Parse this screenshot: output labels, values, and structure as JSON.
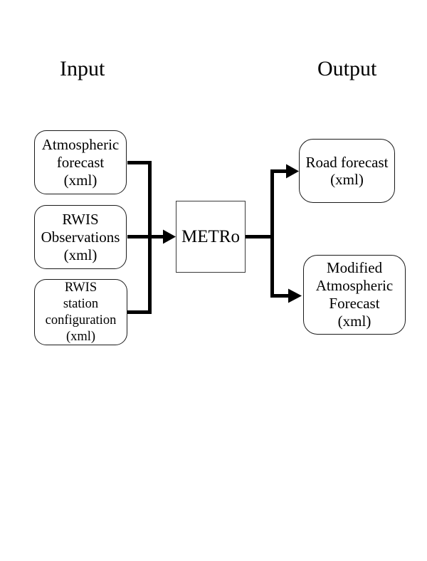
{
  "headers": {
    "input_label": "Input",
    "output_label": "Output"
  },
  "process_box": {
    "label": "METRo"
  },
  "input_boxes": [
    {
      "id": "atmospheric-forecast",
      "lines": [
        "Atmospheric",
        "forecast",
        "(xml)"
      ]
    },
    {
      "id": "rwis-observations",
      "lines": [
        "RWIS",
        "Observations",
        "(xml)"
      ]
    },
    {
      "id": "rwis-station-configuration",
      "lines": [
        "RWIS",
        "station",
        "configuration",
        "(xml)"
      ]
    }
  ],
  "output_boxes": [
    {
      "id": "road-forecast",
      "lines": [
        "Road forecast",
        "(xml)"
      ]
    },
    {
      "id": "modified-atmospheric-forecast",
      "lines": [
        "Modified",
        "Atmospheric",
        "Forecast",
        "(xml)"
      ]
    }
  ],
  "connections": [
    {
      "from": "Atmospheric forecast (xml)",
      "to": "METRo"
    },
    {
      "from": "RWIS Observations (xml)",
      "to": "METRo"
    },
    {
      "from": "RWIS station configuration (xml)",
      "to": "METRo"
    },
    {
      "from": "METRo",
      "to": "Road forecast (xml)"
    },
    {
      "from": "METRo",
      "to": "Modified Atmospheric Forecast (xml)"
    }
  ],
  "colors": {
    "background": "#ffffff",
    "line": "#000000",
    "box_border": "#1a1a1a",
    "text": "#000000"
  }
}
